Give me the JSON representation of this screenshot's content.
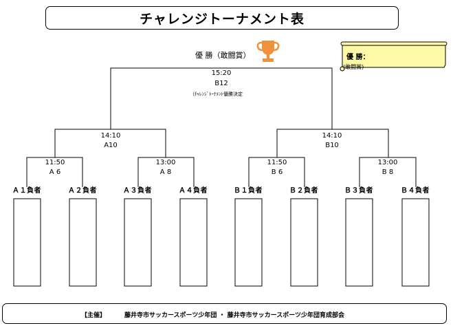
{
  "title": "チャレンジトーナメント表",
  "champion": {
    "label": "優 勝（敢闘賞）",
    "box_title": "優 勝：",
    "box_sub": "(敢闘賞)"
  },
  "final": {
    "time": "15:20",
    "code": "B12",
    "note": "（ﾁｬﾚﾝｼﾞﾄｰﾅﾒﾝﾄ優勝決定"
  },
  "semis": [
    {
      "time": "14:10",
      "code": "A10"
    },
    {
      "time": "14:10",
      "code": "B10"
    }
  ],
  "quarters": [
    {
      "time": "11:50",
      "code": "A 6"
    },
    {
      "time": "13:00",
      "code": "A 8"
    },
    {
      "time": "11:50",
      "code": "B 6"
    },
    {
      "time": "13:00",
      "code": "B 8"
    }
  ],
  "teams": [
    "Ａ１負者",
    "Ａ２負者",
    "Ａ３負者",
    "Ａ４負者",
    "Ｂ１負者",
    "Ｂ２負者",
    "Ｂ３負者",
    "Ｂ４負者"
  ],
  "footer": {
    "organizer_label": "【主催】",
    "text": "藤井寺市サッカースポーツ少年団 ・ 藤井寺市サッカースポーツ少年団育成部会"
  },
  "colors": {
    "trophy": "#f0923a",
    "scroll": "#fdf9a7"
  }
}
